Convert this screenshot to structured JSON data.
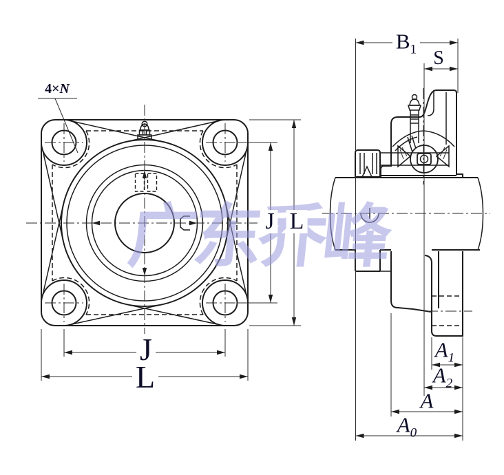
{
  "watermark": {
    "text": "广东乔峰",
    "color": "#9c9ce0"
  },
  "colors": {
    "background": "#ffffff",
    "line": "#1d1d1d",
    "dim_text": "#0d0d28"
  },
  "front_view": {
    "callout": {
      "count": "4",
      "times": "×",
      "letter": "N"
    },
    "dims": {
      "j_side": "J",
      "l_side": "L",
      "j_bottom": "J",
      "l_bottom": "L"
    }
  },
  "side_view": {
    "dims": {
      "b1": {
        "base": "B",
        "sub": "1"
      },
      "s": "S",
      "a1": {
        "base": "A",
        "sub": "1"
      },
      "a2": {
        "base": "A",
        "sub": "2"
      },
      "a": {
        "base": "A",
        "sub": ""
      },
      "a0": {
        "base": "A",
        "sub": "0"
      }
    }
  }
}
